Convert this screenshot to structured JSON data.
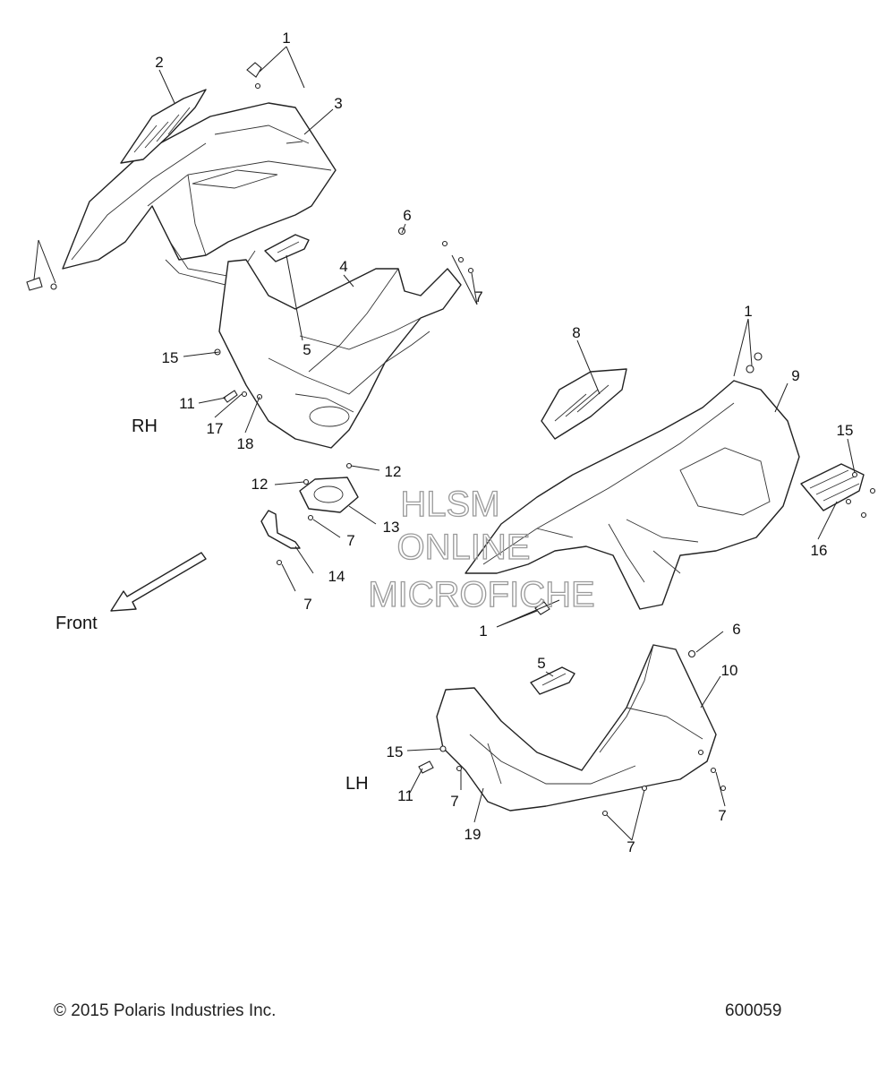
{
  "watermark": [
    "HLSM",
    "ONLINE",
    "MICROFICHE"
  ],
  "side_labels": {
    "rh": "RH",
    "lh": "LH",
    "front": "Front"
  },
  "callouts": [
    "1",
    "2",
    "3",
    "6",
    "4",
    "7",
    "5",
    "15",
    "11",
    "17",
    "18",
    "8",
    "1",
    "9",
    "15",
    "12",
    "12",
    "13",
    "7",
    "14",
    "7",
    "16",
    "1",
    "6",
    "5",
    "10",
    "15",
    "11",
    "7",
    "19",
    "7",
    "7"
  ],
  "footer": {
    "copyright": "© 2015 Polaris Industries Inc.",
    "diagram_id": "600059"
  }
}
